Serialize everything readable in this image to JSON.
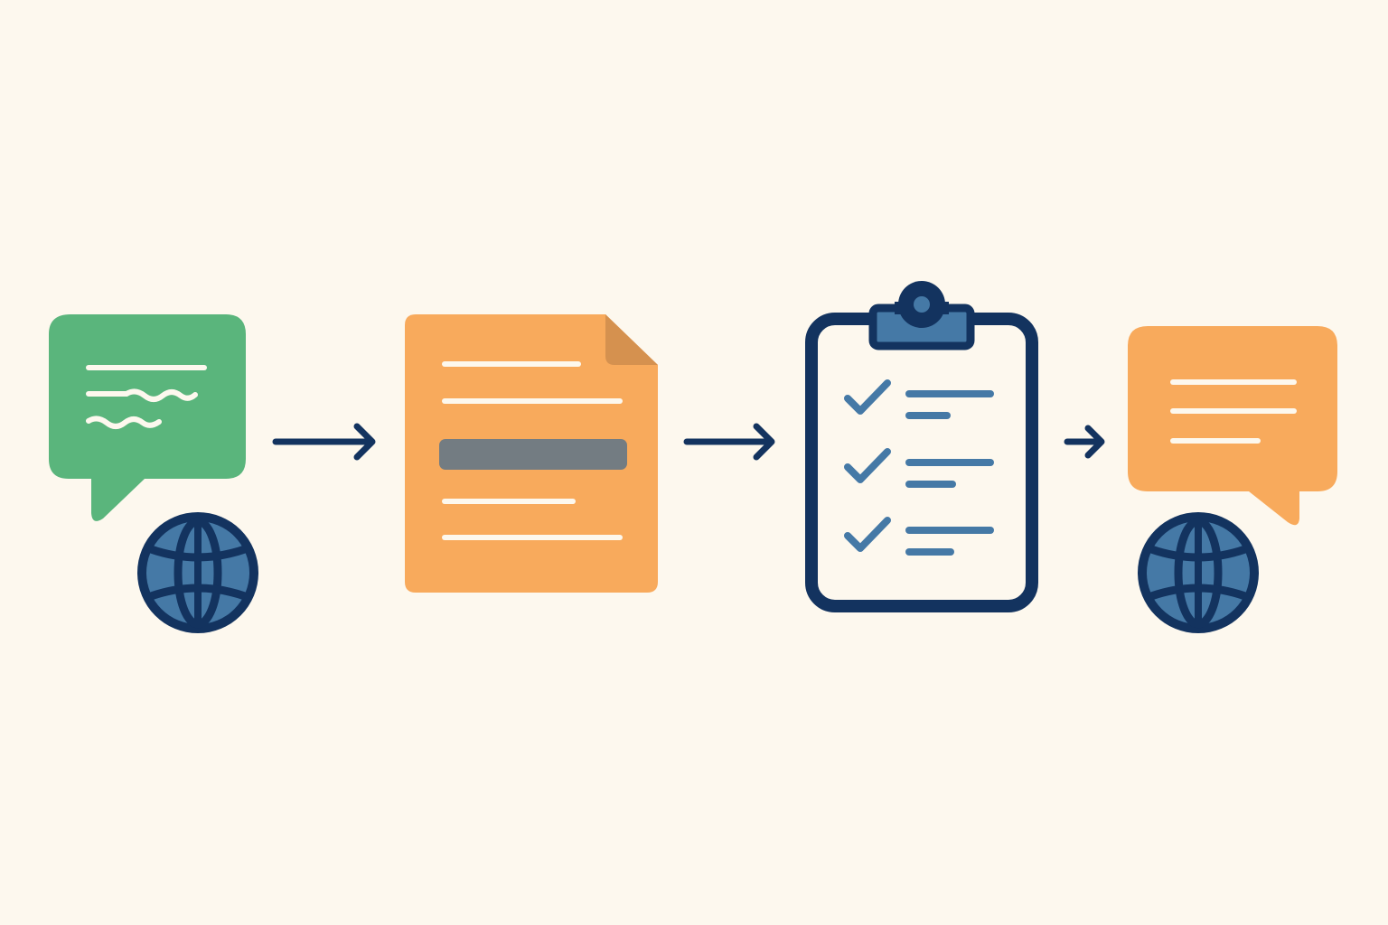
{
  "diagram": {
    "type": "process-flow",
    "steps": [
      {
        "icon": "speech-bubble-with-globe-icon",
        "color": "#5ab57c"
      },
      {
        "icon": "document-with-redaction-icon",
        "color": "#f8aa5c"
      },
      {
        "icon": "clipboard-checklist-icon",
        "color": "#13335f"
      },
      {
        "icon": "speech-bubble-with-globe-icon",
        "color": "#f8aa5c"
      }
    ],
    "connectors": [
      {
        "from": 0,
        "to": 1,
        "icon": "arrow-right-icon"
      },
      {
        "from": 1,
        "to": 2,
        "icon": "arrow-right-icon"
      },
      {
        "from": 2,
        "to": 3,
        "icon": "arrow-right-icon"
      }
    ]
  },
  "colors": {
    "background": "#fdf8ee",
    "green": "#5ab57c",
    "orange": "#f8aa5c",
    "orange_fold": "#d5914f",
    "navy": "#13335f",
    "blue": "#4579a6",
    "gray_bar": "#737c82",
    "text_line": "#fdf8ee"
  }
}
